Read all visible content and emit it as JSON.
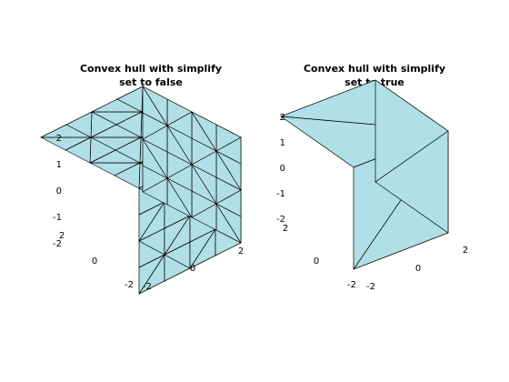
{
  "colors": {
    "face": "#b0dfe6",
    "edge": "#000000",
    "background": "#ffffff"
  },
  "chart_data": [
    {
      "type": "3d-trisurf",
      "title_lines": [
        "Convex hull with simplify",
        "set to false"
      ],
      "shape": "cube",
      "xlim": [
        -2,
        2
      ],
      "ylim": [
        -2,
        2
      ],
      "zlim": [
        -2,
        2
      ],
      "mesh_divisions": 4,
      "simplify": false,
      "z_ticks": [
        "2",
        "1",
        "0",
        "-1",
        "-2"
      ],
      "y_ticks": [
        "2",
        "0",
        "-2"
      ],
      "x_ticks": [
        "-2",
        "0",
        "2"
      ]
    },
    {
      "type": "3d-trisurf",
      "title_lines": [
        "Convex hull with simplify",
        "set to true"
      ],
      "shape": "cube",
      "xlim": [
        -2,
        2
      ],
      "ylim": [
        -2,
        2
      ],
      "zlim": [
        -2,
        2
      ],
      "mesh_divisions": 1,
      "simplify": true,
      "z_ticks": [
        "2",
        "1",
        "0",
        "-1",
        "-2"
      ],
      "y_ticks": [
        "2",
        "0",
        "-2"
      ],
      "x_ticks": [
        "-2",
        "0",
        "2"
      ]
    }
  ]
}
